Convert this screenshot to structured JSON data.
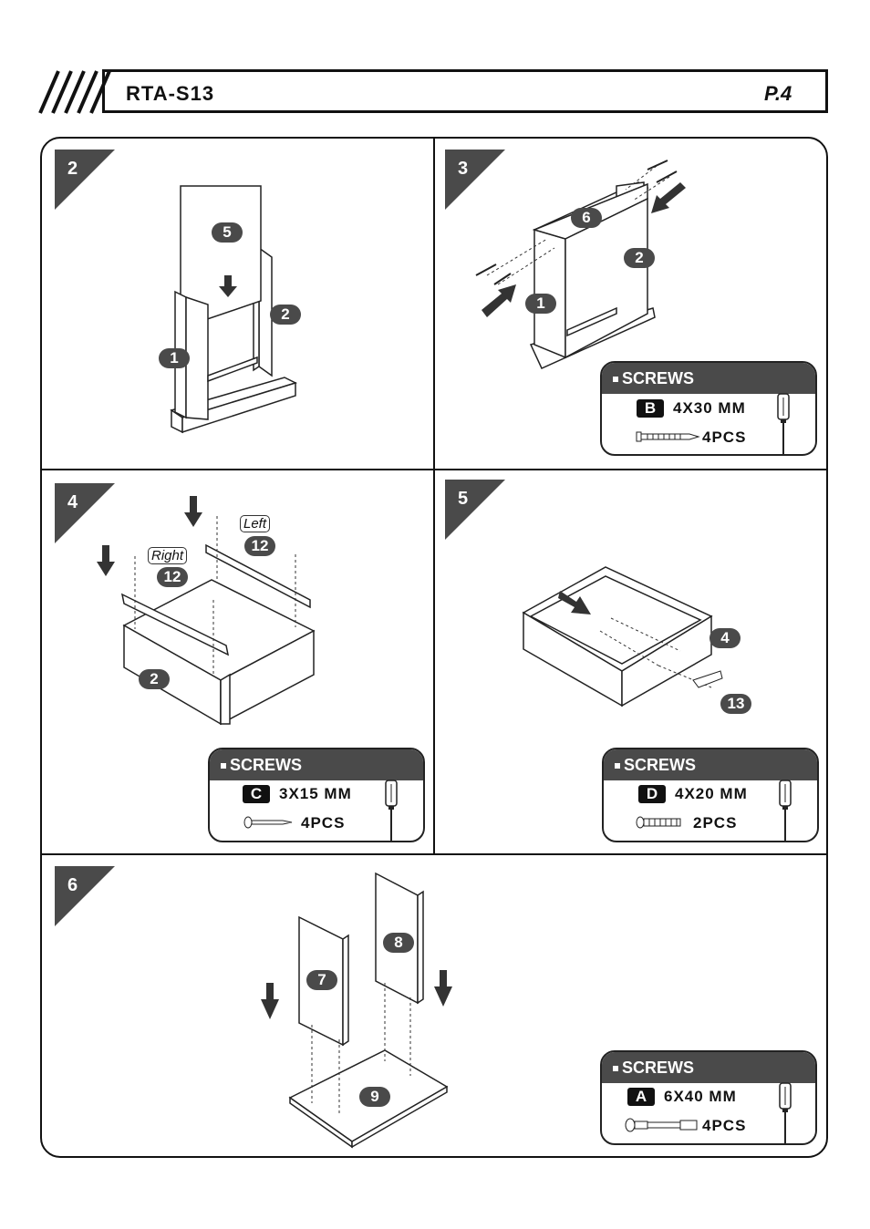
{
  "header": {
    "model": "RTA-S13",
    "page": "P.4"
  },
  "steps": [
    {
      "num": "2",
      "parts": [
        "5",
        "2",
        "1"
      ]
    },
    {
      "num": "3",
      "parts": [
        "6",
        "2",
        "1"
      ],
      "screws": {
        "title": "SCREWS",
        "code": "B",
        "spec": "4X30 MM",
        "qty": "4PCS"
      }
    },
    {
      "num": "4",
      "parts": [
        "12",
        "12",
        "2"
      ],
      "tags": [
        "Left",
        "Right"
      ],
      "screws": {
        "title": "SCREWS",
        "code": "C",
        "spec": "3X15 MM",
        "qty": "4PCS"
      }
    },
    {
      "num": "5",
      "parts": [
        "4",
        "13"
      ],
      "screws": {
        "title": "SCREWS",
        "code": "D",
        "spec": "4X20 MM",
        "qty": "2PCS"
      }
    },
    {
      "num": "6",
      "parts": [
        "8",
        "7",
        "9"
      ],
      "screws": {
        "title": "SCREWS",
        "code": "A",
        "spec": "6X40 MM",
        "qty": "4PCS"
      }
    }
  ],
  "icons": {
    "step_badge": "triangle-badge-icon",
    "arrow": "arrow-icon",
    "screwdriver": "screwdriver-icon",
    "screw": "screw-icon"
  },
  "colors": {
    "badge": "#4a4a4a",
    "ink": "#111111"
  }
}
